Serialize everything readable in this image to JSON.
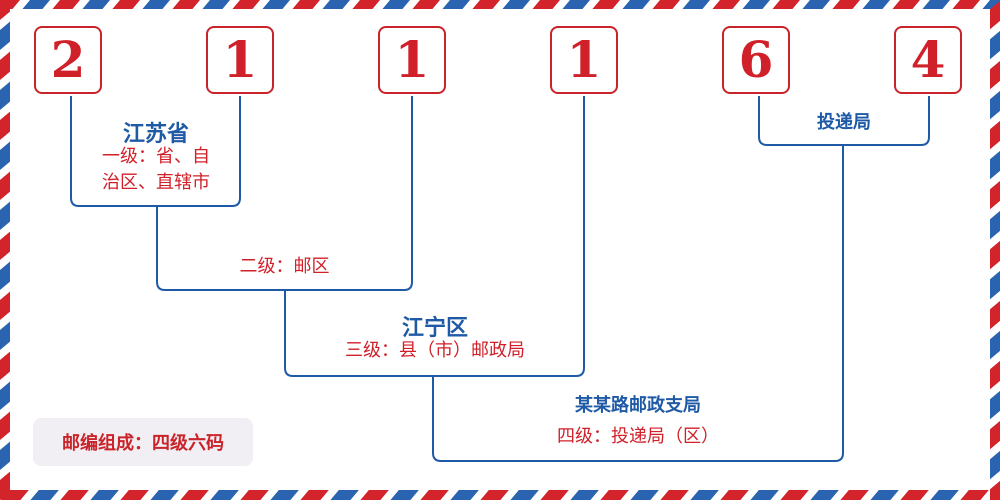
{
  "digits": [
    "2",
    "1",
    "1",
    "1",
    "6",
    "4"
  ],
  "levels": {
    "province_name": "江苏省",
    "level1_line1": "一级：省、自",
    "level1_line2": "治区、直辖市",
    "level2": "二级：邮区",
    "county_name": "江宁区",
    "level3": "三级：县（市）邮政局",
    "branch_name": "某某路邮政支局",
    "level4": "四级：投递局（区）",
    "delivery_office": "投递局"
  },
  "badge": "邮编组成：四级六码",
  "colors": {
    "red": "#d0202a",
    "blue": "#1f5aa6",
    "stripe_red": "#d3242b",
    "stripe_blue": "#2a63b0"
  }
}
